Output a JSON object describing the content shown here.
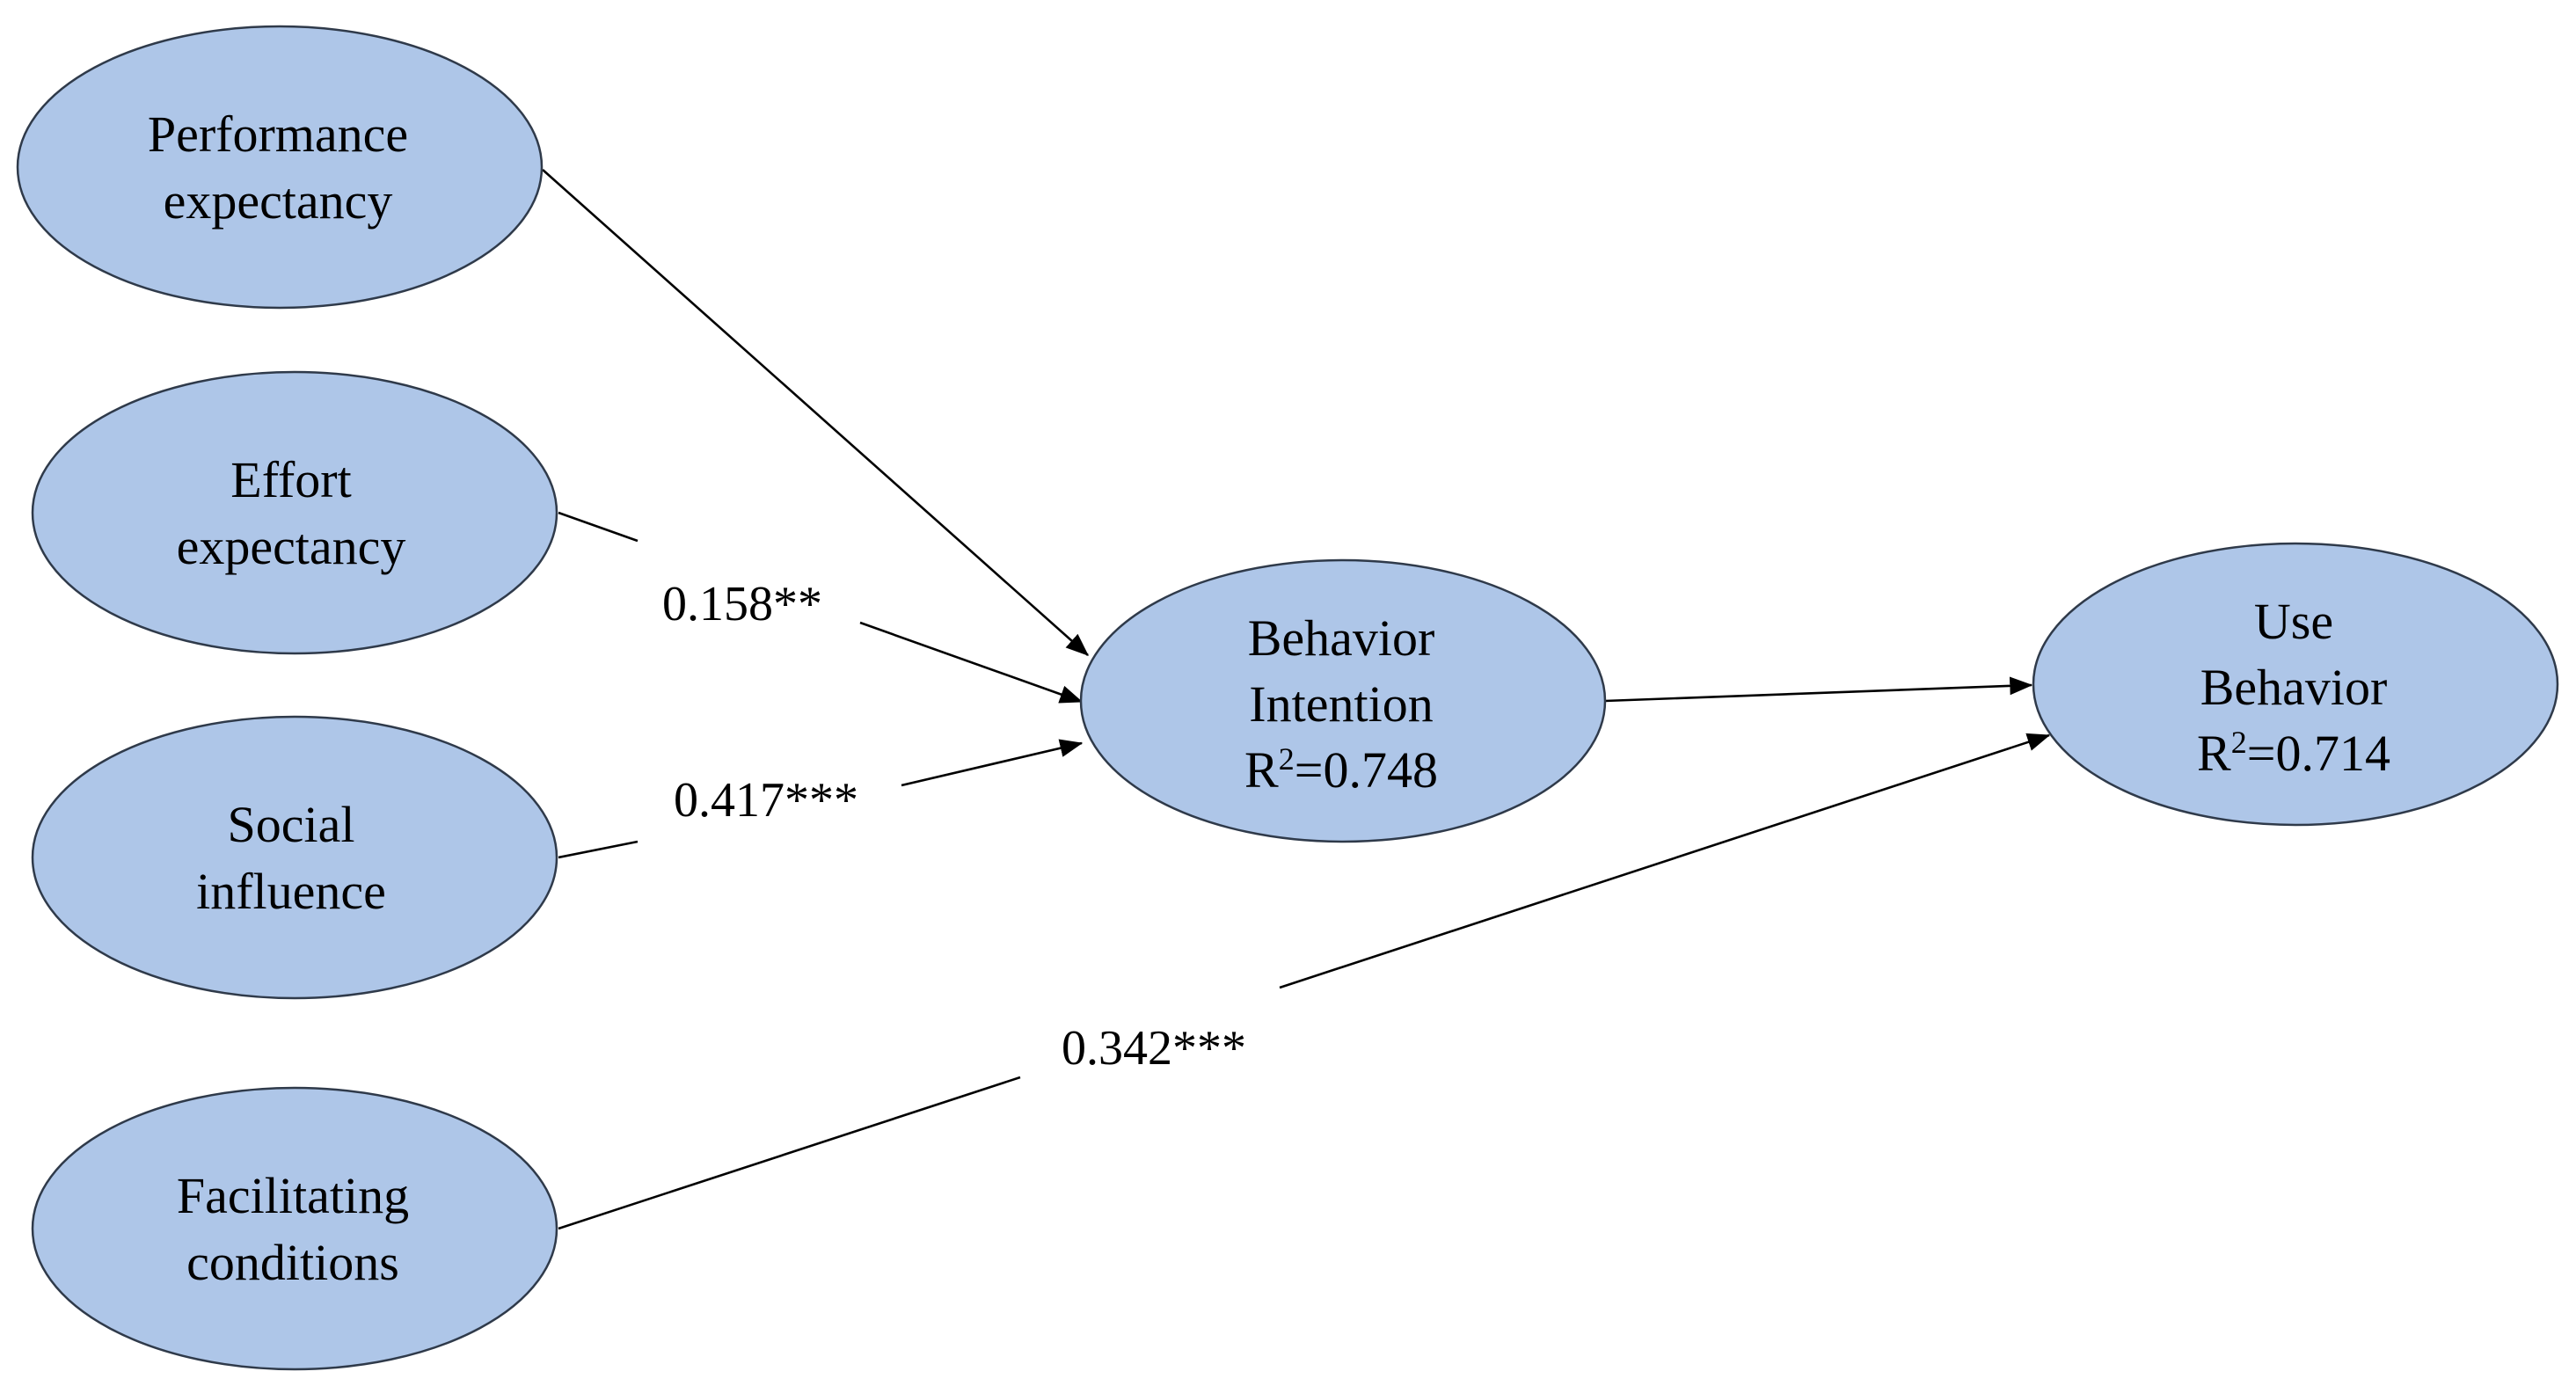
{
  "nodes": {
    "performance_expectancy": {
      "line1": "Performance",
      "line2": "expectancy"
    },
    "effort_expectancy": {
      "line1": "Effort",
      "line2": "expectancy"
    },
    "social_influence": {
      "line1": "Social",
      "line2": "influence"
    },
    "facilitating_conditions": {
      "line1": "Facilitating",
      "line2": "conditions"
    },
    "behavior_intention": {
      "line1": "Behavior",
      "line2": "Intention",
      "r2_prefix": "R",
      "r2_sup": "2",
      "r2_value": "=0.748"
    },
    "use_behavior": {
      "line1": "Use",
      "line2": "Behavior",
      "r2_prefix": "R",
      "r2_sup": "2",
      "r2_value": "=0.714"
    }
  },
  "paths": {
    "effort_to_intention": "0.158**",
    "social_to_intention": "0.417***",
    "facilitating_to_use": "0.342***"
  },
  "colors": {
    "node_fill": "#aec6e8",
    "node_stroke": "#2f3a4a",
    "edge": "#000000"
  }
}
